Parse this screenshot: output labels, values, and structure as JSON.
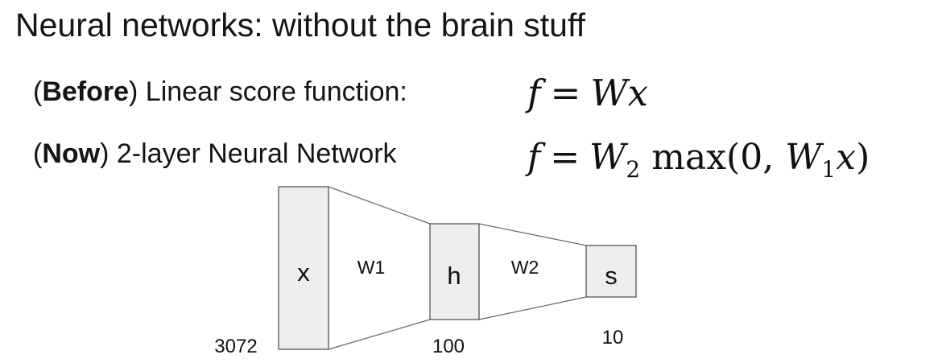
{
  "slide": {
    "title": "Neural networks: without the brain stuff"
  },
  "rows": {
    "before": {
      "label_bold": "Before",
      "text": " Linear score function:",
      "formula_text": "f = Wx",
      "formula": {
        "f": "f",
        "eq": "=",
        "W": "W",
        "x": "x"
      }
    },
    "now": {
      "label_bold": "Now",
      "text": " 2-layer Neural Network",
      "formula_text": "f = W2 max(0, W1x)",
      "formula": {
        "f": "f",
        "eq": "=",
        "W2": "W",
        "sub2": "2",
        "max": "max",
        "open": "(",
        "zero": "0",
        "comma": ",",
        "W1": "W",
        "sub1": "1",
        "x": "x",
        "close": ")"
      }
    }
  },
  "diagram": {
    "layers": [
      {
        "label": "x",
        "size": "3072"
      },
      {
        "label": "h",
        "size": "100"
      },
      {
        "label": "s",
        "size": "10"
      }
    ],
    "weights": [
      "W1",
      "W2"
    ]
  },
  "colors": {
    "box_fill": "#eeeeee",
    "box_stroke": "#555555",
    "text": "#111111"
  }
}
